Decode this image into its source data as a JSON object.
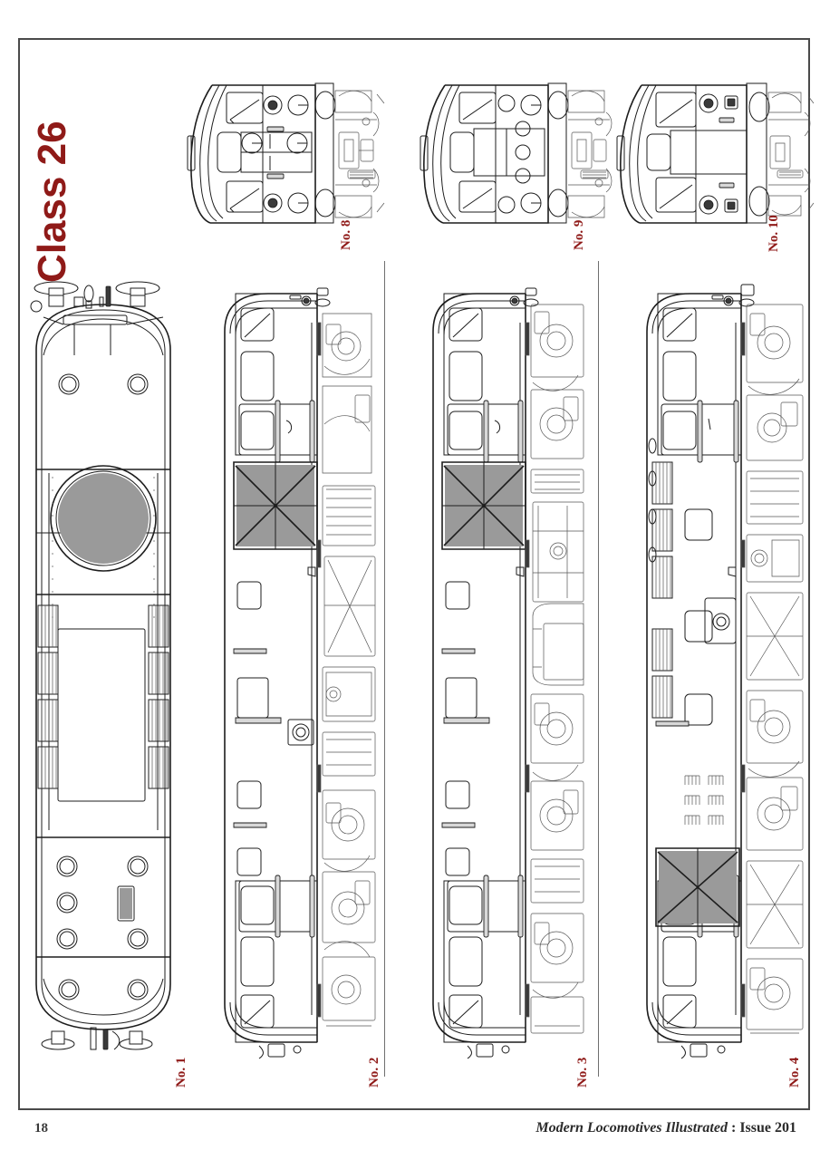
{
  "page": {
    "publication": "Modern Locomotives Illustrated",
    "separator": " : ",
    "issue": "Issue 201",
    "page_number": "18",
    "title": "Class 26",
    "accent_color": "#8f1a18",
    "border_color": "#4a4a4a",
    "background_color": "#ffffff",
    "ink_color": "#1d1d1d"
  },
  "figures": {
    "cab_end_views": [
      {
        "caption": "No. 8",
        "view": "cab-end-elevation"
      },
      {
        "caption": "No. 9",
        "view": "cab-end-elevation"
      },
      {
        "caption": "No. 10",
        "view": "cab-end-elevation"
      }
    ],
    "elevation_views": [
      {
        "caption": "No. 1",
        "view": "roof-plan"
      },
      {
        "caption": "No. 2",
        "view": "side-elevation"
      },
      {
        "caption": "No. 3",
        "view": "side-elevation"
      },
      {
        "caption": "No. 4",
        "view": "side-elevation"
      }
    ]
  },
  "icons": {
    "radiator_fan": "fan-grille-icon",
    "mesh_grille": "mesh-grille-icon",
    "louvre": "louvre-vent-icon",
    "horn": "warning-horn-icon",
    "headlight": "headlight-icon",
    "marker_light": "marker-light-icon",
    "buffer": "buffer-icon",
    "bogie": "bogie-assembly-icon",
    "axle_box": "axle-box-icon",
    "spring": "coil-spring-icon",
    "fuel_tank": "fuel-tank-icon",
    "battery_box": "battery-box-icon",
    "cab_door": "cab-door-icon",
    "cab_window": "cab-window-icon",
    "windscreen_wiper": "windscreen-wiper-icon",
    "handrail": "handrail-icon",
    "step": "footstep-icon",
    "coupling_hook": "coupling-hook-icon"
  }
}
